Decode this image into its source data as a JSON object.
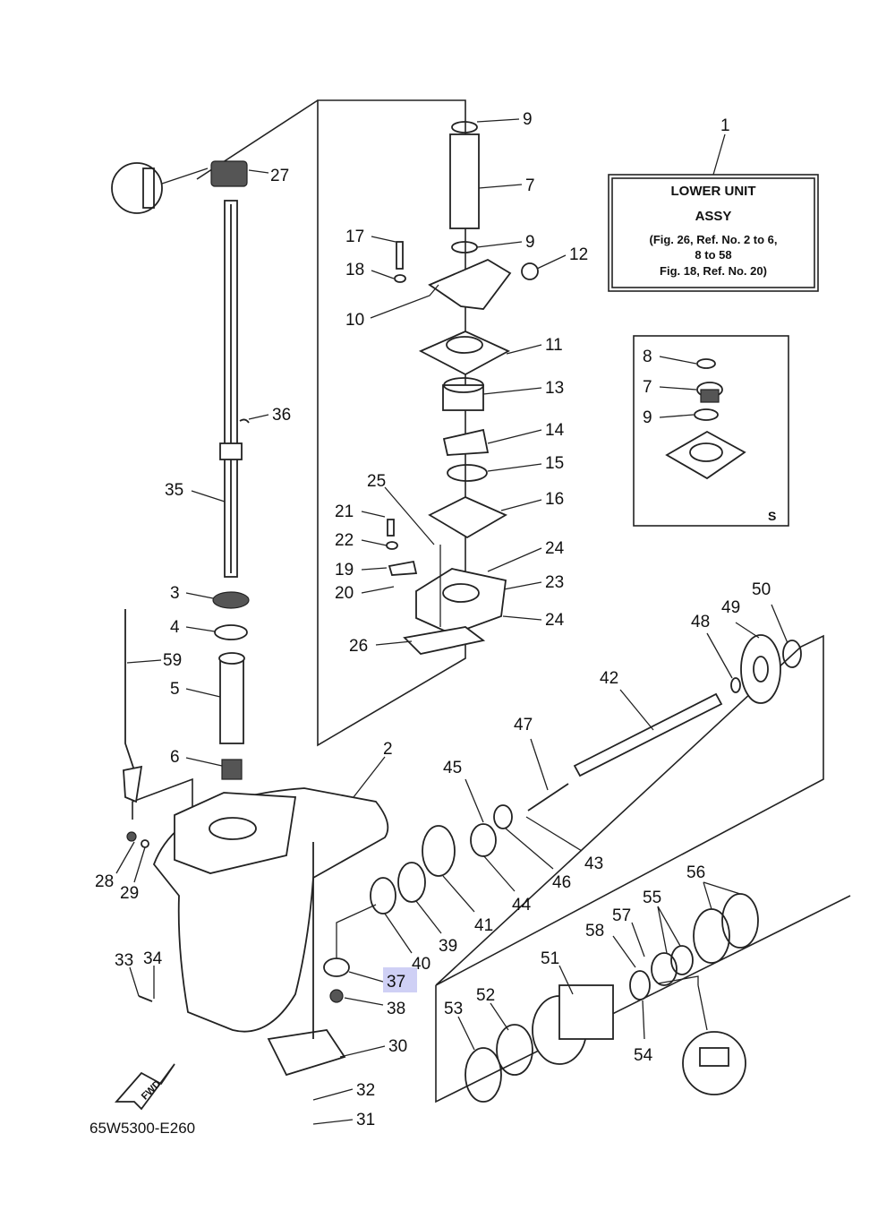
{
  "assembly_box": {
    "callout": "1",
    "lines": [
      "LOWER UNIT",
      "ASSY",
      "(Fig. 26, Ref. No. 2 to 6,",
      "8 to 58",
      "Fig. 18, Ref. No. 20)"
    ]
  },
  "inset_box": {
    "label": "S",
    "callouts": [
      "8",
      "7",
      "9"
    ]
  },
  "fwd_label": "FWD",
  "drawing_code": "65W5300-E260",
  "highlighted_callout": "37",
  "callouts": [
    "27",
    "9",
    "7",
    "9",
    "17",
    "18",
    "12",
    "10",
    "11",
    "13",
    "14",
    "15",
    "16",
    "25",
    "21",
    "22",
    "24",
    "23",
    "19",
    "20",
    "24",
    "26",
    "36",
    "35",
    "3",
    "4",
    "59",
    "5",
    "6",
    "2",
    "28",
    "29",
    "33",
    "34",
    "50",
    "49",
    "48",
    "42",
    "47",
    "45",
    "43",
    "46",
    "44",
    "41",
    "39",
    "40",
    "37",
    "38",
    "30",
    "32",
    "31",
    "56",
    "55",
    "57",
    "58",
    "51",
    "52",
    "53",
    "54"
  ]
}
